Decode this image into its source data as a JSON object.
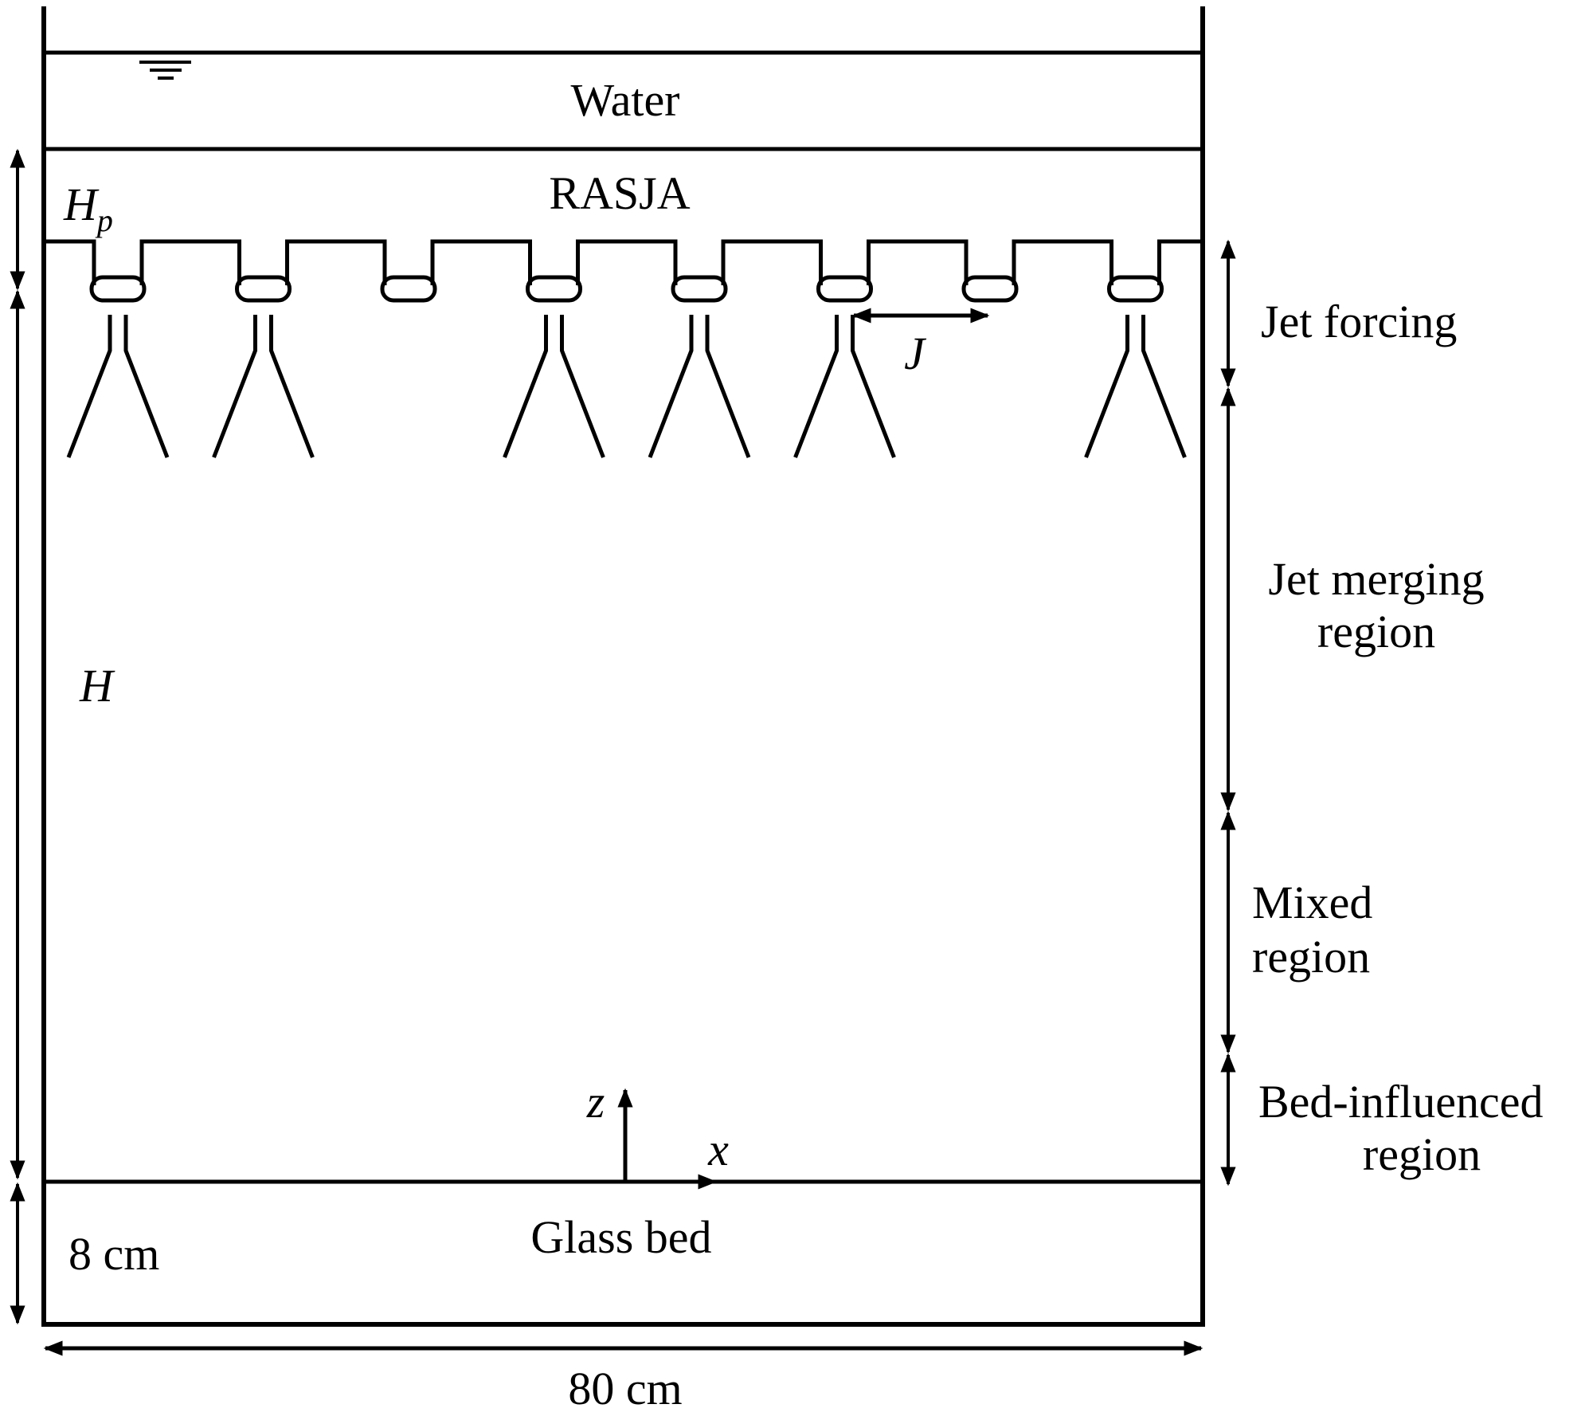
{
  "labels": {
    "water": "Water",
    "rasja": "RASJA",
    "hp_main": "H",
    "hp_sub": "p",
    "h": "H",
    "j": "J",
    "jet_forcing": "Jet forcing",
    "jet_merging_1": "Jet merging",
    "jet_merging_2": "region",
    "mixed_1": "Mixed",
    "mixed_2": "region",
    "bed_influenced_1": "Bed-influenced",
    "bed_influenced_2": "region",
    "z_axis": "z",
    "x_axis": "x",
    "glass_bed": "Glass bed",
    "bed_depth": "8 cm",
    "tank_width": "80 cm"
  },
  "nozzles": {
    "count": 8,
    "active": [
      true,
      true,
      false,
      true,
      true,
      true,
      false,
      true
    ]
  },
  "colors": {
    "ink": "#000000",
    "background": "#ffffff"
  }
}
